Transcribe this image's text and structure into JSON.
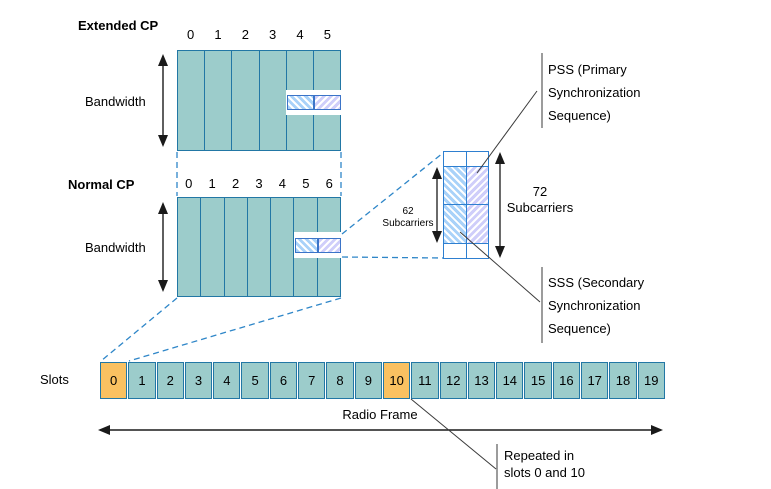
{
  "colors": {
    "teal_fill": "#9ccccb",
    "teal_border": "#2277a5",
    "highlight_orange": "#fac161",
    "sss_hatch_blue": "#a9d2f9",
    "pss_hatch_lavender": "#cfcefa",
    "hatch_border": "#3b74c8",
    "zoom_border": "#2e7fd0",
    "dashed_blue": "#2e86c8",
    "line_dark": "#1a1a1a"
  },
  "extended": {
    "label": "Extended CP",
    "bandwidth_label": "Bandwidth",
    "slot_numbers": [
      "0",
      "1",
      "2",
      "3",
      "4",
      "5"
    ]
  },
  "normal": {
    "label": "Normal CP",
    "bandwidth_label": "Bandwidth",
    "slot_numbers": [
      "0",
      "1",
      "2",
      "3",
      "4",
      "5",
      "6"
    ]
  },
  "zoom_view": {
    "left_value": "62",
    "left_unit": "Subcarriers",
    "right_value": "72",
    "right_unit": "Subcarriers"
  },
  "annotations": {
    "pss_line1": "PSS (Primary",
    "pss_line2": "Synchronization",
    "pss_line3": "Sequence)",
    "sss_line1": "SSS (Secondary",
    "sss_line2": "Synchronization",
    "sss_line3": "Sequence)",
    "repeated_line1": "Repeated in",
    "repeated_line2": "slots 0 and 10"
  },
  "slots_row": {
    "label": "Slots",
    "numbers": [
      "0",
      "1",
      "2",
      "3",
      "4",
      "5",
      "6",
      "7",
      "8",
      "9",
      "10",
      "11",
      "12",
      "13",
      "14",
      "15",
      "16",
      "17",
      "18",
      "19"
    ],
    "highlighted": [
      0,
      10
    ],
    "radio_frame_label": "Radio Frame"
  }
}
